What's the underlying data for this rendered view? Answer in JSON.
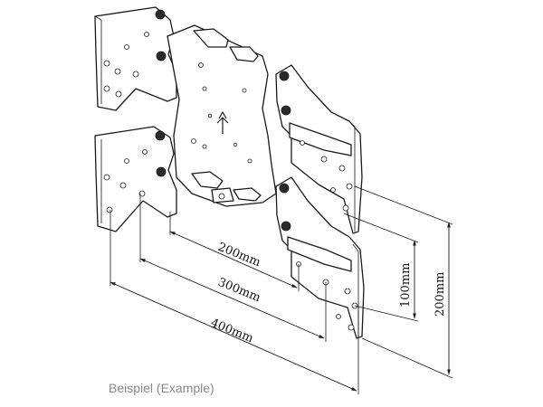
{
  "dimensions": {
    "width_200": "200mm",
    "width_300": "300mm",
    "width_400": "400mm",
    "height_100": "100mm",
    "height_200": "200mm"
  },
  "caption": "Beispiel (Example)"
}
